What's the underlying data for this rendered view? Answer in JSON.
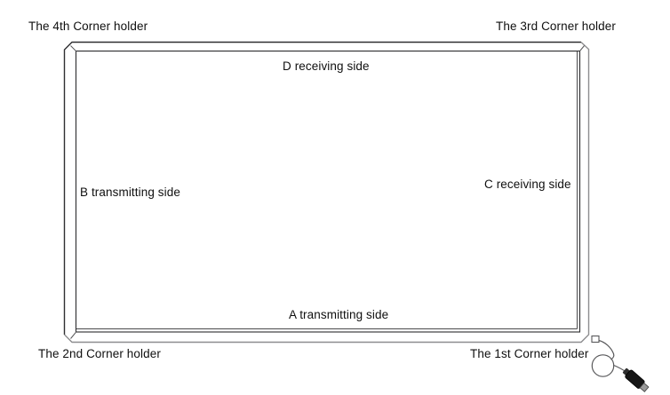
{
  "diagram": {
    "description": "Touch frame assembly diagram",
    "colors": {
      "background": "#ffffff",
      "frame_dark": "#2f2f31",
      "frame_gray": "#8d8d8f",
      "inner_line": "#2c2c2e",
      "bevel_line": "#4a4a4c",
      "seam_line": "#555557",
      "cable": "#59595b",
      "connector_body": "#161616",
      "connector_tip": "#9a9a9a",
      "text": "#0f0f0f"
    },
    "corner_labels": [
      {
        "label": "The 4th Corner holder",
        "position": "top-left"
      },
      {
        "label": "The 3rd Corner holder",
        "position": "top-right"
      },
      {
        "label": "The 2nd Corner holder",
        "position": "bottom-left"
      },
      {
        "label": "The 1st Corner holder",
        "position": "bottom-right"
      }
    ],
    "side_labels": [
      {
        "label": "D receiving side",
        "position": "top"
      },
      {
        "label": "B transmitting side",
        "position": "left"
      },
      {
        "label": "C receiving side",
        "position": "right"
      },
      {
        "label": "A transmitting side",
        "position": "bottom"
      }
    ],
    "cable": {
      "connector": "usb-plug"
    }
  }
}
